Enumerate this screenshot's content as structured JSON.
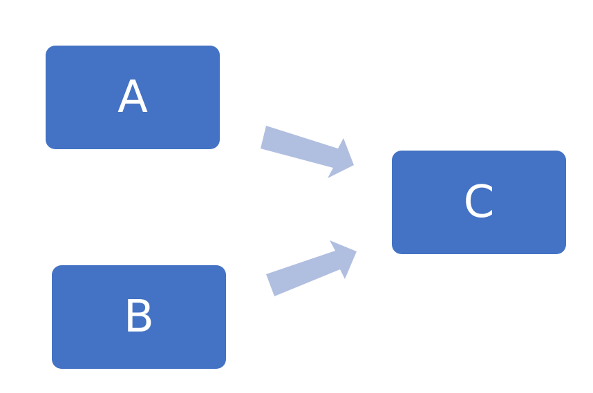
{
  "colors": {
    "node_fill": "#4472C4",
    "node_text": "#FFFFFF",
    "arrow_fill": "#B0BEE0",
    "background": "#FFFFFF"
  },
  "nodes": [
    {
      "id": "a",
      "label": "A"
    },
    {
      "id": "b",
      "label": "B"
    },
    {
      "id": "c",
      "label": "C"
    }
  ],
  "edges": [
    {
      "from": "A",
      "to": "C"
    },
    {
      "from": "B",
      "to": "C"
    }
  ]
}
